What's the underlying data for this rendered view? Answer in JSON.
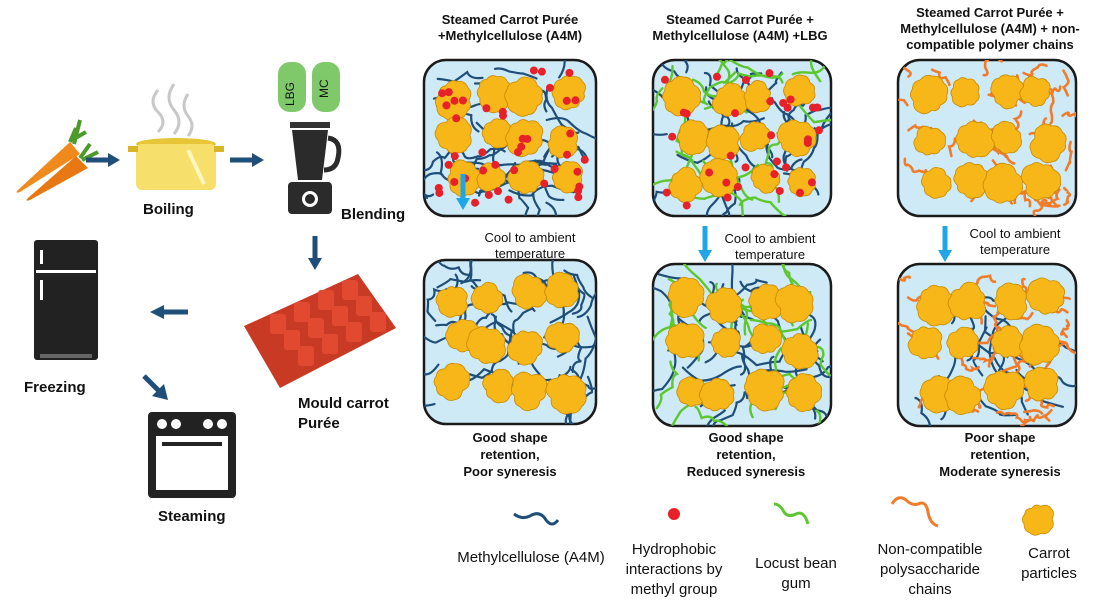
{
  "process": {
    "boiling": "Boiling",
    "blending": "Blending",
    "mould": "Mould carrot\nPurée",
    "freezing": "Freezing",
    "steaming": "Steaming",
    "lbg_jar": "LBG",
    "mc_jar": "MC"
  },
  "panels": [
    {
      "title_line1": "Steamed Carrot Purée",
      "title_line2": "+Methylcellulose (A4M)",
      "title_line3": "",
      "cool_line1": "Cool to ambient",
      "cool_line2": "temperature",
      "result_line1": "Good shape",
      "result_line2": "retention,",
      "result_line3": "Poor syneresis"
    },
    {
      "title_line1": "Steamed Carrot Purée +",
      "title_line2": "Methylcellulose (A4M) +LBG",
      "title_line3": "",
      "cool_line1": "Cool to ambient",
      "cool_line2": "temperature",
      "result_line1": "Good shape",
      "result_line2": "retention,",
      "result_line3": "Reduced syneresis"
    },
    {
      "title_line1": "Steamed Carrot Purée +",
      "title_line2": "Methylcellulose (A4M) + non-",
      "title_line3": "compatible polymer chains",
      "cool_line1": "Cool to ambient",
      "cool_line2": "temperature",
      "result_line1": "Poor shape",
      "result_line2": "retention,",
      "result_line3": "Moderate syneresis"
    }
  ],
  "legend": {
    "mc": "Methylcellulose (A4M)",
    "hydro_1": "Hydrophobic",
    "hydro_2": "interactions by",
    "hydro_3": "methyl group",
    "lbg_1": "Locust bean",
    "lbg_2": "gum",
    "nc_1": "Non-compatible",
    "nc_2": "polysaccharide",
    "nc_3": "chains",
    "carrot_1": "Carrot",
    "carrot_2": "particles"
  },
  "colors": {
    "mc_chain": "#1f4e79",
    "hydrophobic_dot": "#e8202a",
    "lbg_chain": "#5cc72e",
    "noncompat_chain": "#f07c2a",
    "carrot_particle": "#f7b718",
    "panel_fill": "#cfeaf7",
    "cool_arrow": "#1fa6e8",
    "process_arrow": "#1f4e79"
  }
}
